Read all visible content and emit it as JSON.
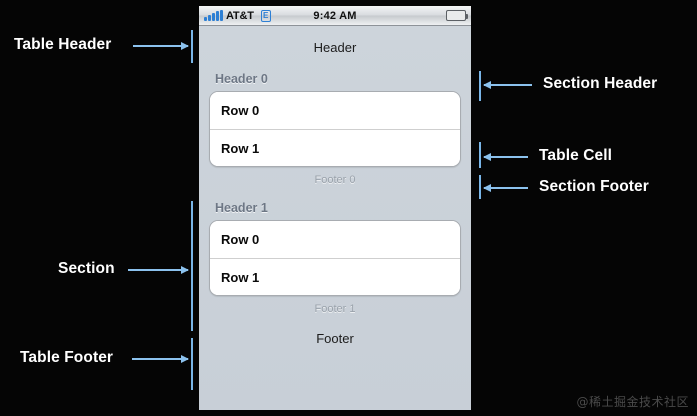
{
  "phone": {
    "status_bar": {
      "signal_icon": "signal-bars-icon",
      "carrier": "AT&T",
      "network_icon_label": "E",
      "time": "9:42 AM",
      "battery_icon": "battery-icon"
    },
    "table": {
      "table_header": "Header",
      "table_footer": "Footer",
      "sections": [
        {
          "header": "Header 0",
          "footer": "Footer 0",
          "rows": [
            "Row 0",
            "Row 1"
          ]
        },
        {
          "header": "Header 1",
          "footer": "Footer 1",
          "rows": [
            "Row 0",
            "Row 1"
          ]
        }
      ]
    }
  },
  "annotations": {
    "left": [
      {
        "label": "Table Header"
      },
      {
        "label": "Section"
      },
      {
        "label": "Table Footer"
      }
    ],
    "right": [
      {
        "label": "Section Header"
      },
      {
        "label": "Table Cell"
      },
      {
        "label": "Section Footer"
      }
    ]
  },
  "watermark": "@稀土掘金技术社区",
  "colors": {
    "background": "#000000",
    "annotation_accent": "#8cc2ee",
    "annotation_text": "#ffffff",
    "screen_background": "#c9d0d8",
    "cell_background": "#ffffff",
    "section_header_text": "#6d7785",
    "section_footer_text": "#9aa2ab"
  }
}
